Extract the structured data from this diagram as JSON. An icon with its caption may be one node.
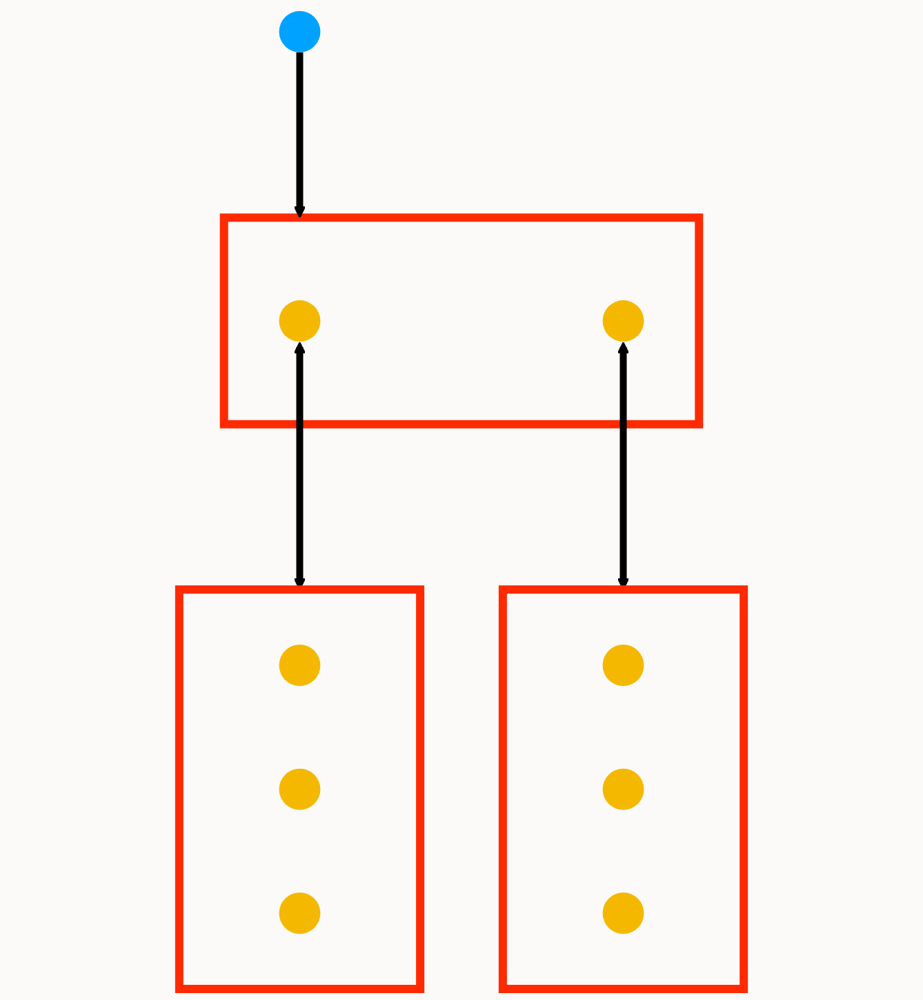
{
  "diagram": {
    "nodes": [
      {
        "text": [],
        "shape": "circle"
      },
      {
        "text": [],
        "shape": "box"
      },
      {
        "text": [],
        "shape": "circle",
        "in": 1
      },
      {
        "text": [],
        "shape": "circle",
        "in": 1
      },
      {
        "text": [],
        "shape": "box"
      },
      {
        "text": [],
        "shape": "circle",
        "in": 4
      },
      {
        "text": [],
        "shape": "circle",
        "in": 4
      },
      {
        "text": [],
        "shape": "circle",
        "in": 4
      },
      {
        "text": [],
        "shape": "box"
      },
      {
        "text": [],
        "shape": "circle",
        "in": 8
      },
      {
        "text": [],
        "shape": "circle",
        "in": 8
      },
      {
        "text": [],
        "shape": "circle",
        "in": 8
      }
    ],
    "edges": [
      {
        "from": 0,
        "to": 1,
        "arrow": "to"
      },
      {
        "from": 2,
        "to": 4,
        "arrow": "both"
      },
      {
        "from": 3,
        "to": 8,
        "arrow": "both"
      }
    ]
  }
}
